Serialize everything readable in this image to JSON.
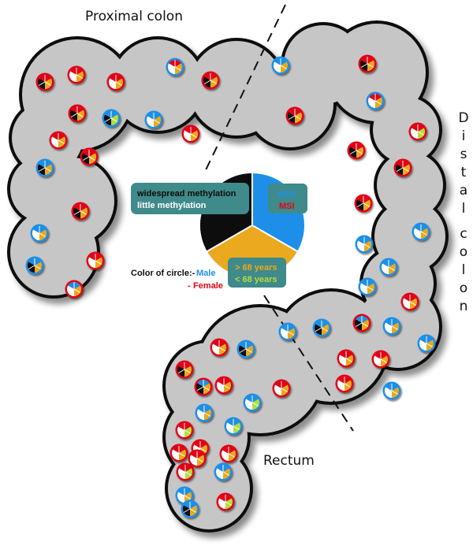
{
  "regions": {
    "proximal": "Proximal colon",
    "distal": "Distal colon",
    "rectum": "Rectum"
  },
  "legend": {
    "methylation_high": "widespread methylation",
    "methylation_low": "little methylation",
    "mss": "MSS",
    "msi": "MSI",
    "age_over": "> 68 years",
    "age_under": "< 68 years",
    "circle_color_label": "Color of circle:-",
    "male": "Male",
    "female_prefix": "-",
    "female": "Female"
  },
  "colors": {
    "male_blue": "#1e8fe8",
    "female_red": "#e30613",
    "widespread_black": "#0d0d0d",
    "little_white": "#ffffff",
    "age_over_orange": "#eaa91f",
    "age_under_green": "#b5dd3a",
    "legend_teal": "#3f8a8a",
    "colon_gray": "#c6c6c6"
  },
  "tumors": [
    {
      "sex": "F",
      "meth": "B",
      "msi": "R",
      "age": "O"
    },
    {
      "sex": "F",
      "meth": "W",
      "msi": "R",
      "age": "O"
    },
    {
      "sex": "F",
      "meth": "W",
      "msi": "R",
      "age": "O"
    },
    {
      "sex": "M",
      "meth": "W",
      "msi": "R",
      "age": "O"
    },
    {
      "sex": "F",
      "meth": "B",
      "msi": "R",
      "age": "O"
    },
    {
      "sex": "M",
      "meth": "W",
      "msi": "B",
      "age": "O"
    },
    {
      "sex": "F",
      "meth": "B",
      "msi": "R",
      "age": "O"
    },
    {
      "sex": "F",
      "meth": "B",
      "msi": "R",
      "age": "O"
    },
    {
      "sex": "M",
      "meth": "B",
      "msi": "B",
      "age": "G"
    },
    {
      "sex": "M",
      "meth": "W",
      "msi": "B",
      "age": "O"
    },
    {
      "sex": "F",
      "meth": "W",
      "msi": "R",
      "age": "O"
    },
    {
      "sex": "F",
      "meth": "B",
      "msi": "R",
      "age": "O"
    },
    {
      "sex": "M",
      "meth": "W",
      "msi": "R",
      "age": "O"
    },
    {
      "sex": "F",
      "meth": "W",
      "msi": "R",
      "age": "G"
    },
    {
      "sex": "F",
      "meth": "W",
      "msi": "R",
      "age": "O"
    },
    {
      "sex": "F",
      "meth": "B",
      "msi": "R",
      "age": "O"
    },
    {
      "sex": "F",
      "meth": "B",
      "msi": "R",
      "age": "O"
    },
    {
      "sex": "M",
      "meth": "B",
      "msi": "B",
      "age": "O"
    },
    {
      "sex": "F",
      "meth": "B",
      "msi": "R",
      "age": "O"
    },
    {
      "sex": "F",
      "meth": "B",
      "msi": "R",
      "age": "O"
    },
    {
      "sex": "F",
      "meth": "B",
      "msi": "R",
      "age": "O"
    },
    {
      "sex": "M",
      "meth": "W",
      "msi": "B",
      "age": "O"
    },
    {
      "sex": "M",
      "meth": "W",
      "msi": "B",
      "age": "O"
    },
    {
      "sex": "M",
      "meth": "B",
      "msi": "B",
      "age": "O"
    },
    {
      "sex": "F",
      "meth": "W",
      "msi": "R",
      "age": "O"
    },
    {
      "sex": "M",
      "meth": "W",
      "msi": "B",
      "age": "O"
    },
    {
      "sex": "M",
      "meth": "W",
      "msi": "B",
      "age": "O"
    },
    {
      "sex": "F",
      "meth": "W",
      "msi": "B",
      "age": "O"
    },
    {
      "sex": "M",
      "meth": "W",
      "msi": "B",
      "age": "O"
    },
    {
      "sex": "F",
      "meth": "W",
      "msi": "R",
      "age": "O"
    },
    {
      "sex": "F",
      "meth": "B",
      "msi": "B",
      "age": "O"
    },
    {
      "sex": "M",
      "meth": "W",
      "msi": "B",
      "age": "O"
    },
    {
      "sex": "M",
      "meth": "W",
      "msi": "B",
      "age": "O"
    },
    {
      "sex": "F",
      "meth": "W",
      "msi": "R",
      "age": "O"
    },
    {
      "sex": "M",
      "meth": "B",
      "msi": "B",
      "age": "O"
    },
    {
      "sex": "M",
      "meth": "B",
      "msi": "B",
      "age": "O"
    },
    {
      "sex": "M",
      "meth": "W",
      "msi": "B",
      "age": "O"
    },
    {
      "sex": "F",
      "meth": "W",
      "msi": "R",
      "age": "O"
    },
    {
      "sex": "F",
      "meth": "W",
      "msi": "R",
      "age": "O"
    },
    {
      "sex": "F",
      "meth": "B",
      "msi": "R",
      "age": "O"
    },
    {
      "sex": "F",
      "meth": "W",
      "msi": "R",
      "age": "O"
    },
    {
      "sex": "F",
      "meth": "B",
      "msi": "B",
      "age": "O"
    },
    {
      "sex": "M",
      "meth": "W",
      "msi": "B",
      "age": "G"
    },
    {
      "sex": "F",
      "meth": "W",
      "msi": "R",
      "age": "O"
    },
    {
      "sex": "F",
      "meth": "W",
      "msi": "R",
      "age": "O"
    },
    {
      "sex": "M",
      "meth": "W",
      "msi": "B",
      "age": "O"
    },
    {
      "sex": "M",
      "meth": "W",
      "msi": "B",
      "age": "O"
    },
    {
      "sex": "M",
      "meth": "W",
      "msi": "B",
      "age": "G"
    },
    {
      "sex": "F",
      "meth": "W",
      "msi": "R",
      "age": "G"
    },
    {
      "sex": "F",
      "meth": "W",
      "msi": "R",
      "age": "O"
    },
    {
      "sex": "F",
      "meth": "W",
      "msi": "R",
      "age": "O"
    },
    {
      "sex": "F",
      "meth": "W",
      "msi": "R",
      "age": "O"
    },
    {
      "sex": "M",
      "meth": "W",
      "msi": "B",
      "age": "O"
    },
    {
      "sex": "F",
      "meth": "W",
      "msi": "R",
      "age": "G"
    },
    {
      "sex": "M",
      "meth": "W",
      "msi": "B",
      "age": "O"
    },
    {
      "sex": "F",
      "meth": "W",
      "msi": "R",
      "age": "G"
    },
    {
      "sex": "F",
      "meth": "W",
      "msi": "R",
      "age": "O"
    },
    {
      "sex": "M",
      "meth": "B",
      "msi": "B",
      "age": "O"
    }
  ]
}
